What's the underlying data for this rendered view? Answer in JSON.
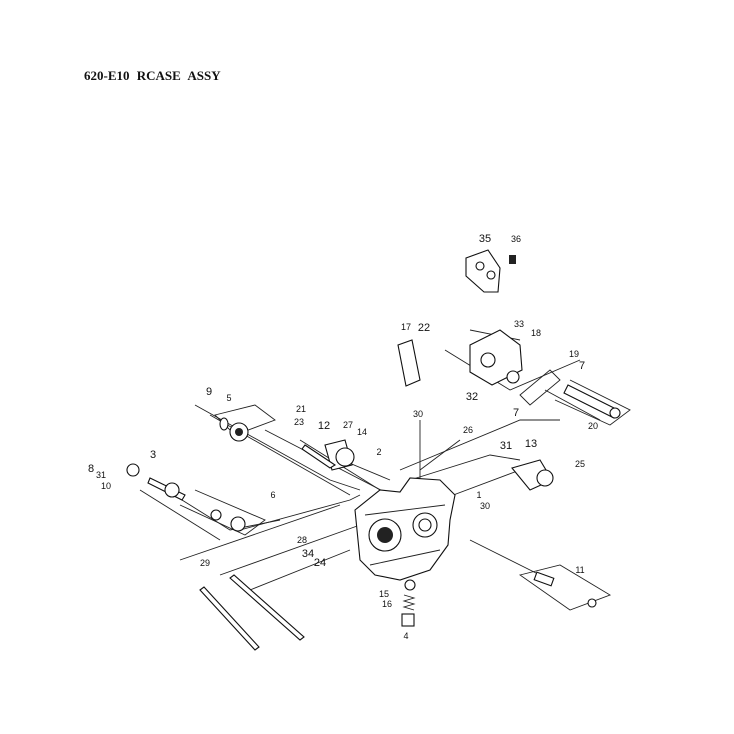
{
  "title": "620-E10  RCASE  ASSY",
  "callouts": [
    "35",
    "36",
    "17",
    "22",
    "33",
    "18",
    "19",
    "7",
    "32",
    "7",
    "20",
    "9",
    "5",
    "21",
    "23",
    "12",
    "27",
    "14",
    "2",
    "30",
    "26",
    "31",
    "13",
    "25",
    "3",
    "8",
    "31",
    "10",
    "6",
    "1",
    "30",
    "28",
    "34",
    "24",
    "29",
    "11",
    "15",
    "16",
    "4"
  ]
}
